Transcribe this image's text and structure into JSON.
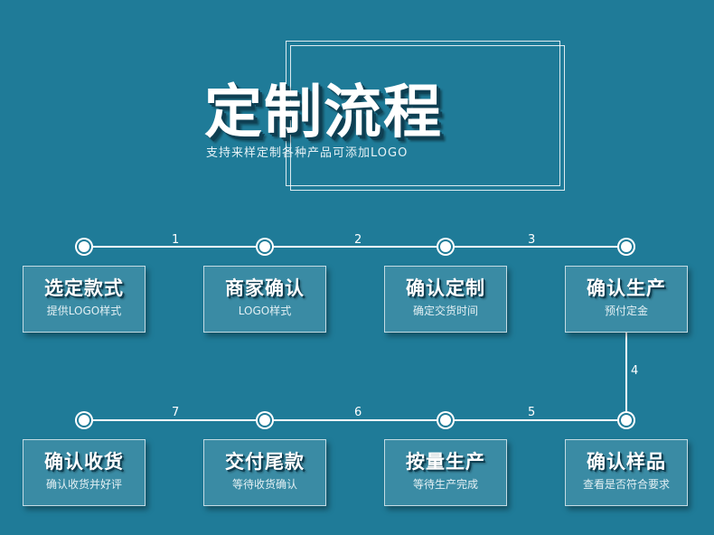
{
  "header": {
    "title": "定制流程",
    "subtitle": "支持来样定制各种产品可添加LOGO"
  },
  "steps": [
    {
      "number": "1",
      "title": "选定款式",
      "desc": "提供LOGO样式"
    },
    {
      "number": "2",
      "title": "商家确认",
      "desc": "LOGO样式"
    },
    {
      "number": "3",
      "title": "确认定制",
      "desc": "确定交货时间"
    },
    {
      "number": "4",
      "title": "确认生产",
      "desc": "预付定金"
    },
    {
      "number": "5",
      "title": "确认样品",
      "desc": "查看是否符合要求"
    },
    {
      "number": "6",
      "title": "按量生产",
      "desc": "等待生产完成"
    },
    {
      "number": "7",
      "title": "交付尾款",
      "desc": "等待收货确认"
    },
    {
      "number": "",
      "title": "确认收货",
      "desc": "确认收货并好评"
    }
  ],
  "colors": {
    "background": "#1f7b98",
    "line": "#ffffff",
    "shadow": "#0e3f52"
  }
}
